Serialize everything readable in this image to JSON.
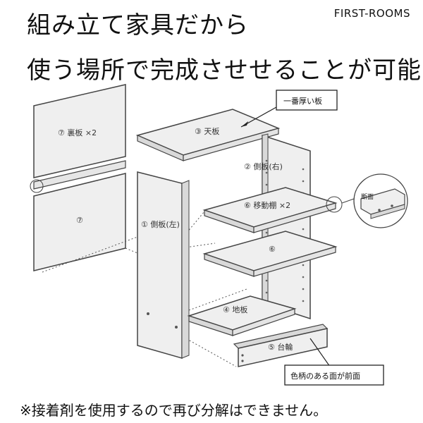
{
  "header": {
    "line1": "組み立て家具だから",
    "line2": "使う場所で完成させせることが可能",
    "brand": "FIRST-ROOMS"
  },
  "parts": {
    "back_panel": "⑦ 裏板 ×2",
    "back_panel_lower": "⑦",
    "top_board": "③ 天板",
    "side_right": "② 側板(右)",
    "movable_shelf": "⑥ 移動棚 ×2",
    "shelf6": "⑥",
    "side_left": "① 側板(左)",
    "bottom_board": "④ 地板",
    "base": "⑤ 台輪"
  },
  "callouts": {
    "thickest": "一番厚い板",
    "cross_section": "断面",
    "front_face": "色柄のある面が前面"
  },
  "footer": {
    "note": "※接着剤を使用するので再び分解はできません。"
  },
  "colors": {
    "panel_fill": "#efefef",
    "panel_side": "#d9d9d9",
    "stroke": "#444444"
  }
}
